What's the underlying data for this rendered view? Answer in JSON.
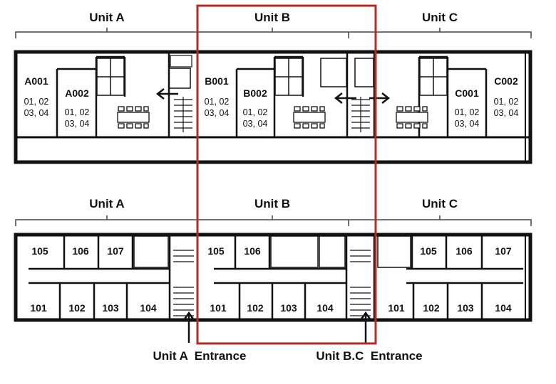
{
  "upper_floor": {
    "unit_labels": [
      "Unit A",
      "Unit B",
      "Unit C"
    ],
    "rooms": [
      {
        "code": "A001",
        "beds": [
          "01, 02",
          "03, 04"
        ]
      },
      {
        "code": "A002",
        "beds": [
          "01, 02",
          "03, 04"
        ]
      },
      {
        "code": "B001",
        "beds": [
          "01, 02",
          "03, 04"
        ]
      },
      {
        "code": "B002",
        "beds": [
          "01, 02",
          "03, 04"
        ]
      },
      {
        "code": "C001",
        "beds": [
          "01, 02",
          "03, 04"
        ]
      },
      {
        "code": "C002",
        "beds": [
          "01, 02",
          "03, 04"
        ]
      }
    ]
  },
  "lower_floor": {
    "unit_labels": [
      "Unit A",
      "Unit B",
      "Unit C"
    ],
    "unit_a_top": [
      "105",
      "106",
      "107"
    ],
    "unit_a_bottom": [
      "101",
      "102",
      "103",
      "104"
    ],
    "unit_b_top": [
      "105",
      "106"
    ],
    "unit_b_bottom": [
      "101",
      "102",
      "103",
      "104"
    ],
    "unit_c_top": [
      "105",
      "106",
      "107"
    ],
    "unit_c_bottom": [
      "101",
      "102",
      "103",
      "104"
    ]
  },
  "entrances": {
    "unit_a": "Unit A  Entrance",
    "unit_bc": "Unit B.C  Entrance"
  },
  "colors": {
    "wall": "#111111",
    "highlight": "#b42a25"
  }
}
